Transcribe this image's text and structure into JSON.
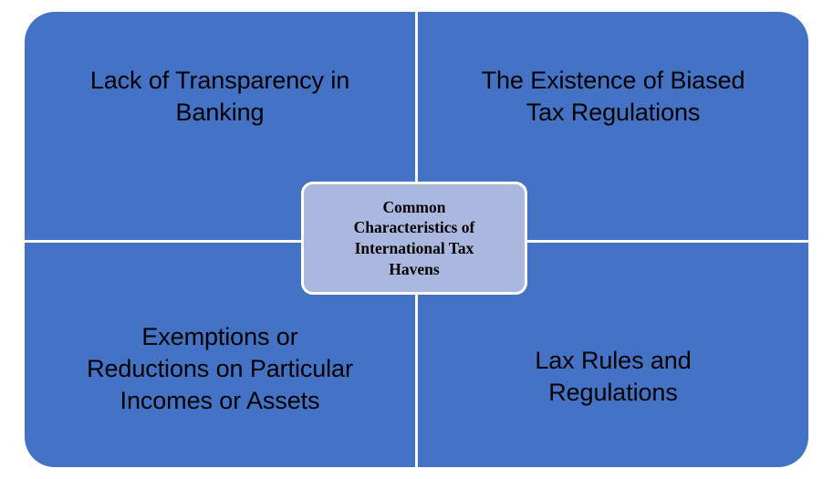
{
  "diagram": {
    "type": "matrix-quadrant-diagram",
    "title": "Common Characteristics of International Tax Havens",
    "colors": {
      "quadrant_fill": "#4472C4",
      "quadrant_text": "#000000",
      "center_fill": "#AAB7DE",
      "center_border": "#FFFFFF",
      "center_text": "#000000",
      "canvas_background": "#FFFFFF",
      "divider": "#FFFFFF"
    },
    "center": {
      "label": "Common\nCharacteristics of\nInternational Tax\nHavens"
    },
    "quadrants": [
      {
        "position": "top-left",
        "label": "Lack of Transparency in\nBanking"
      },
      {
        "position": "top-right",
        "label": "The Existence of Biased\nTax Regulations"
      },
      {
        "position": "bottom-left",
        "label": "Exemptions or\nReductions on Particular\nIncomes or Assets"
      },
      {
        "position": "bottom-right",
        "label": "Lax Rules and\nRegulations"
      }
    ]
  }
}
